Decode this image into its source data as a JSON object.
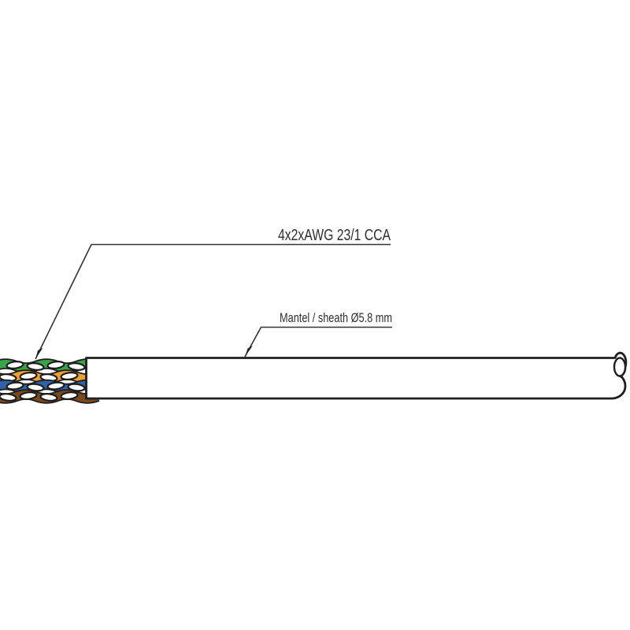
{
  "diagram": {
    "labels": {
      "conductor_spec": "4x2xAWG 23/1 CCA",
      "sheath_spec": "Mantel / sheath Ø5.8 mm"
    },
    "sheath": {
      "fill": "#ffffff",
      "outline": "#1f1f1f"
    },
    "pairs": [
      {
        "name": "green-pair",
        "color": "#3aa34a"
      },
      {
        "name": "orange-pair",
        "color": "#efa031"
      },
      {
        "name": "blue-pair",
        "color": "#2f62a8"
      },
      {
        "name": "brown-pair",
        "color": "#7a4a1e"
      }
    ],
    "leader_line_color": "#333333"
  }
}
